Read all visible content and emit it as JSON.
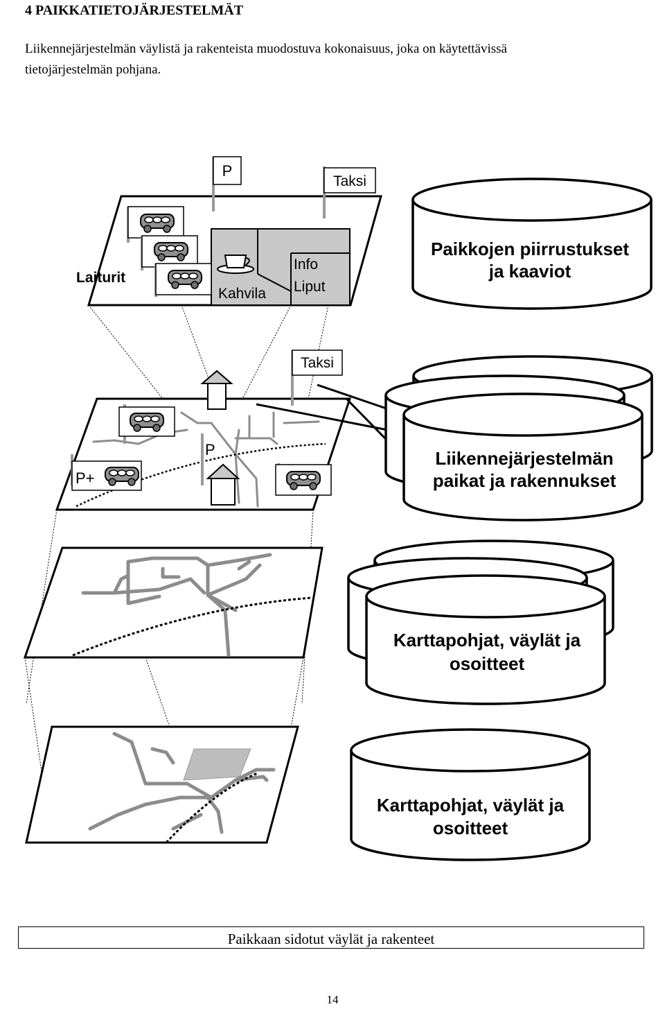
{
  "heading": "4 PAIKKATIETOJÄRJESTELMÄT",
  "intro_line1": "Liikennejärjestelmän väylistä ja rakenteista muodostuva kokonaisuus, joka on käytettävissä",
  "intro_line2": "tietojärjestelmän pohjana.",
  "layer1": {
    "sign_p": "P",
    "sign_taksi": "Taksi",
    "label_laiturit": "Laiturit",
    "label_kahvila": "Kahvila",
    "label_info": "Info",
    "label_liput": "Liput"
  },
  "layer2": {
    "sign_taksi": "Taksi",
    "sign_p": "P",
    "sign_pplus": "P+"
  },
  "databases": {
    "db1_line1": "Paikkojen piirrustukset",
    "db1_line2": "ja kaaviot",
    "db2_line1": "Liikennejärjestelmän",
    "db2_line2": "paikat ja rakennukset",
    "db3_line1": "Karttapohjat, väylät ja",
    "db3_line2": "osoitteet",
    "db4_line1": "Karttapohjat, väylät ja",
    "db4_line2": "osoitteet"
  },
  "caption": "Paikkaan sidotut väylät ja rakenteet",
  "page_number": "14",
  "icons": [
    "bus-icon",
    "coffee-cup-icon",
    "house-icon",
    "parking-sign-icon",
    "taxi-sign-icon"
  ],
  "colors": {
    "road": "#8c8c8c",
    "building_fill": "#c8c8c8",
    "area_fill": "#bdbdbd",
    "database_fill": "#ffffff"
  }
}
